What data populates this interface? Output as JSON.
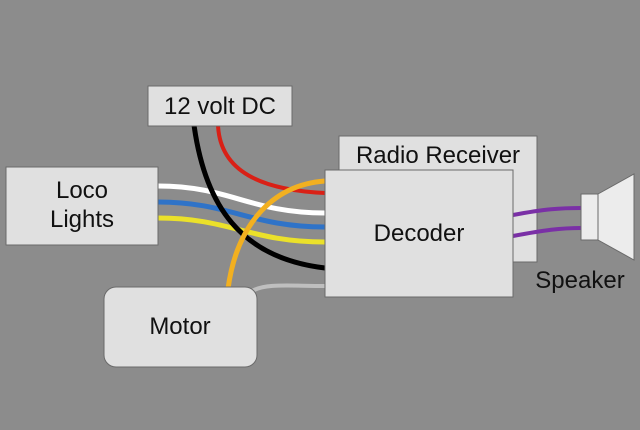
{
  "colors": {
    "background": "#8c8c8c",
    "box_fill": "#e0e0e0",
    "box_stroke": "#6a6a6a",
    "wire_white": "#ffffff",
    "wire_blue": "#2f73c8",
    "wire_yellow": "#ebe12a",
    "wire_red": "#d92016",
    "wire_black": "#000000",
    "wire_orange": "#f2b020",
    "wire_gray": "#bfbfbf",
    "wire_purple": "#7a30a6",
    "speaker_fill": "#ececec"
  },
  "components": {
    "power": "12 volt DC",
    "radio": "Radio Receiver",
    "decoder": "Decoder",
    "lights_line1": "Loco",
    "lights_line2": "Lights",
    "motor": "Motor",
    "speaker": "Speaker"
  },
  "icons": {
    "speaker": "speaker-icon"
  }
}
